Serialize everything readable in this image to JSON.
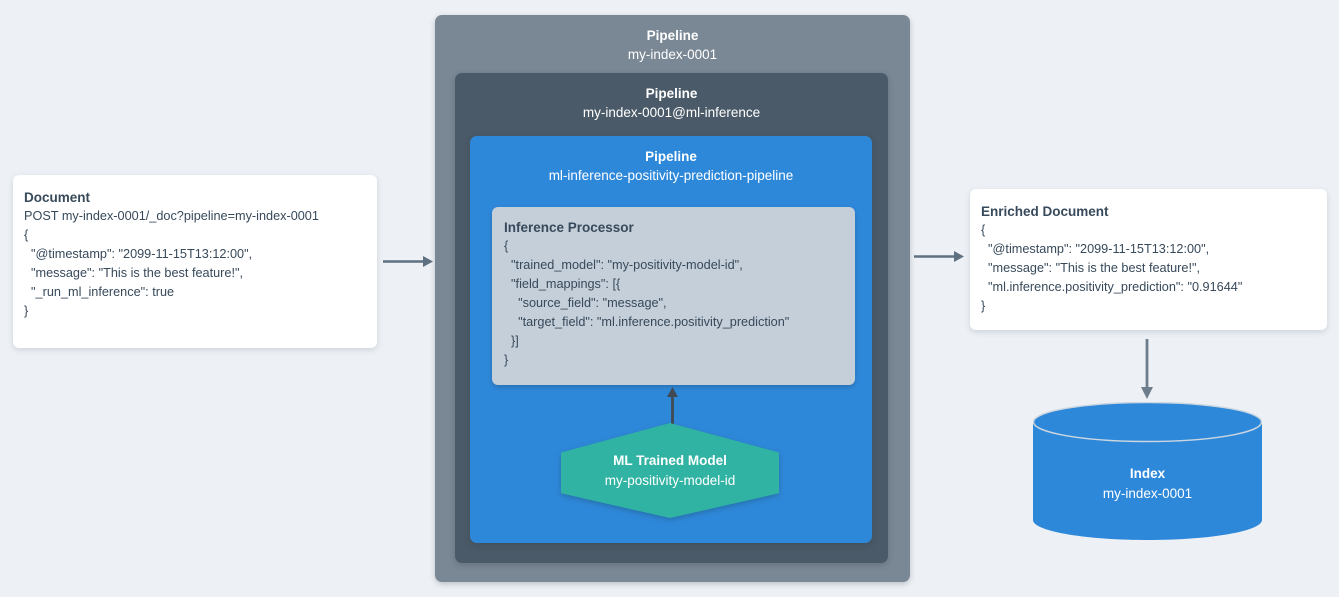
{
  "diagram": {
    "document": {
      "title": "Document",
      "lines": [
        "POST my-index-0001/_doc?pipeline=my-index-0001",
        "{",
        "  \"@timestamp\": \"2099-11-15T13:12:00\",",
        "  \"message\": \"This is the best feature!\",",
        "  \"_run_ml_inference\": true",
        "}"
      ]
    },
    "pipeline_outer": {
      "label": "Pipeline",
      "name": "my-index-0001"
    },
    "pipeline_ml": {
      "label": "Pipeline",
      "name": "my-index-0001@ml-inference"
    },
    "pipeline_inference": {
      "label": "Pipeline",
      "name": "ml-inference-positivity-prediction-pipeline"
    },
    "inference_processor": {
      "title": "Inference Processor",
      "lines": [
        "{",
        "  \"trained_model\": \"my-positivity-model-id\",",
        "  \"field_mappings\": [{",
        "    \"source_field\": \"message\",",
        "    \"target_field\": \"ml.inference.positivity_prediction\"",
        "  }]",
        "}"
      ]
    },
    "ml_model": {
      "title": "ML Trained Model",
      "name": "my-positivity-model-id"
    },
    "enriched_document": {
      "title": "Enriched Document",
      "lines": [
        "{",
        "  \"@timestamp\": \"2099-11-15T13:12:00\",",
        "  \"message\": \"This is the best feature!\",",
        "  \"ml.inference.positivity_prediction\": \"0.91644\"",
        "}"
      ]
    },
    "index": {
      "title": "Index",
      "name": "my-index-0001"
    },
    "colors": {
      "background": "#edf1f6",
      "pipeline_outer": "#7a8795",
      "pipeline_ml": "#4b5a68",
      "pipeline_inference": "#2e88da",
      "processor_panel": "#c5cfda",
      "ml_model_hexagon": "#30b3a3",
      "index_cylinder": "#2e88da",
      "arrow_gray": "#5f7181",
      "arrow_dark": "#414a52",
      "text_dark": "#37495a",
      "text_light": "#ffffff"
    }
  }
}
